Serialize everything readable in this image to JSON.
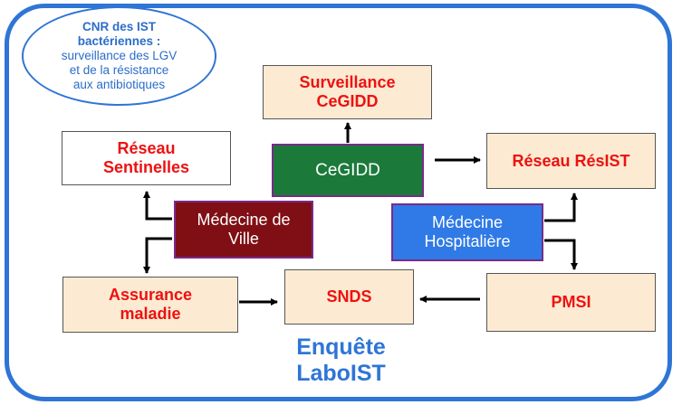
{
  "oval": {
    "line1": "CNR des IST",
    "line2": "bactériennes :",
    "line3": "surveillance des LGV",
    "line4": "et de la résistance",
    "line5": "aux antibiotiques"
  },
  "boxes": {
    "surveillance_cegidd": [
      "Surveillance",
      "CeGIDD"
    ],
    "cegidd": "CeGIDD",
    "reseau_sentinelles": [
      "Réseau",
      "Sentinelles"
    ],
    "medecine_ville": [
      "Médecine de",
      "Ville"
    ],
    "medecine_hospitaliere": [
      "Médecine",
      "Hospitalière"
    ],
    "reseau_resist": "Réseau RésIST",
    "assurance_maladie": [
      "Assurance",
      "maladie"
    ],
    "snds": "SNDS",
    "pmsi": "PMSI"
  },
  "title": [
    "Enquête",
    "LaboIST"
  ],
  "colors": {
    "frame_blue": "#2e75d6",
    "label_red": "#ee1111",
    "beige": "#fcebd2",
    "green": "#1b7a3a",
    "maroon": "#7f0f14",
    "hospital_blue": "#2f7ae6"
  }
}
